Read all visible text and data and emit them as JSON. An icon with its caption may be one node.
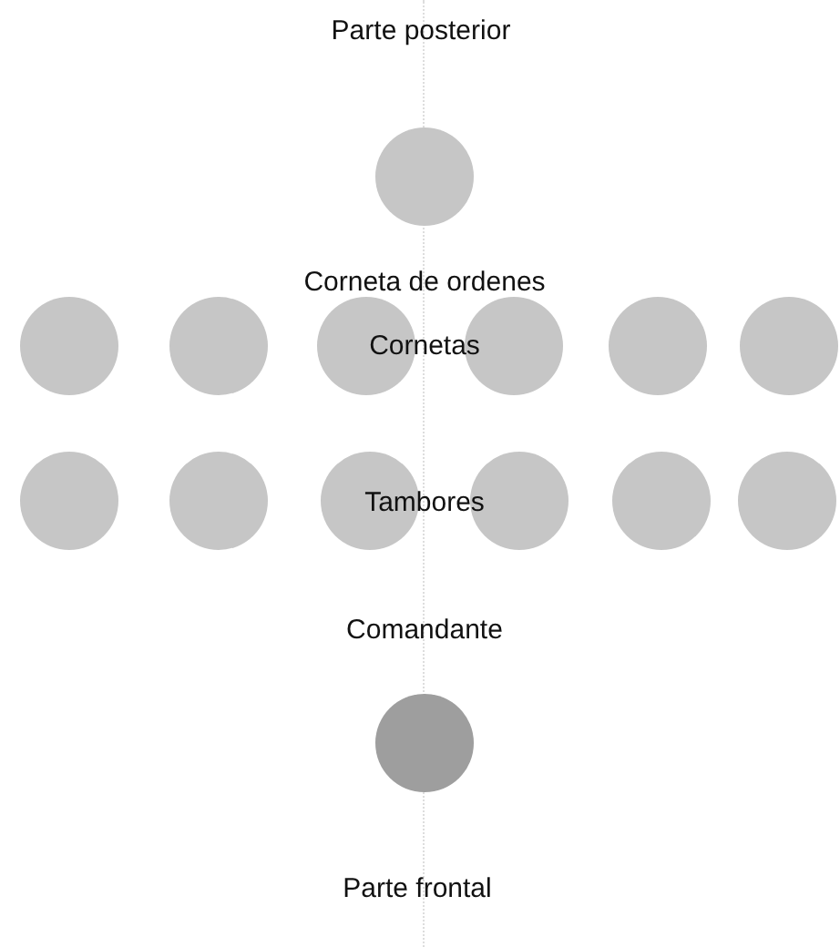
{
  "diagram": {
    "nodes": [
      {
        "text": [],
        "shape": "circle"
      },
      {
        "text": [],
        "shape": "circle"
      },
      {
        "text": [],
        "shape": "circle"
      },
      {
        "text": [],
        "shape": "circle"
      },
      {
        "text": [],
        "shape": "circle"
      },
      {
        "text": [],
        "shape": "circle"
      },
      {
        "text": [],
        "shape": "circle"
      },
      {
        "text": [],
        "shape": "circle"
      },
      {
        "text": [],
        "shape": "circle"
      },
      {
        "text": [],
        "shape": "circle"
      },
      {
        "text": [],
        "shape": "circle"
      },
      {
        "text": [],
        "shape": "circle"
      },
      {
        "text": [],
        "shape": "circle"
      },
      {
        "text": [],
        "shape": "circle",
        "beside": [
          "Comandante"
        ]
      }
    ],
    "labels": [
      "Parte posterior",
      "Corneta de ordenes",
      "Cornetas",
      "Tambores",
      "Parte frontal"
    ]
  }
}
